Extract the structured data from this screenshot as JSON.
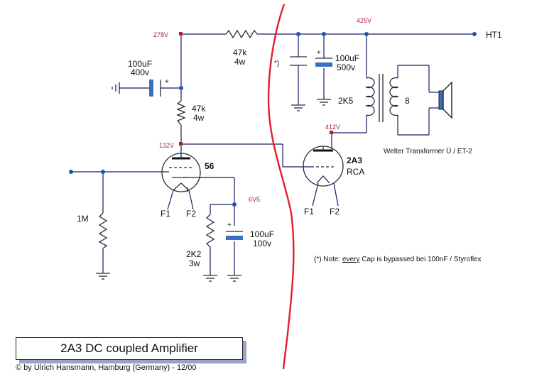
{
  "title": "2A3 DC coupled Amplifier",
  "copyright": "© by Ulrich Hansmann, Hamburg (Germany) - 12/00",
  "note": {
    "prefix": "(*)  Note: ",
    "emph": "every",
    "rest": " Cap is bypassed bei 100nF / Styroflex"
  },
  "voltages": {
    "v278": "278V",
    "v425": "425V",
    "v132": "132V",
    "v412": "412V",
    "v6v5": "6V5"
  },
  "labels": {
    "ht1": "HT1",
    "r_series_val": "47k",
    "r_series_w": "4w",
    "c_in_val": "100uF",
    "c_in_v": "400v",
    "r_plate_val": "47k",
    "r_plate_w": "4w",
    "c_bypass_mark": "*)",
    "c_big_val": "100uF",
    "c_big_v": "500v",
    "r_bleed": "2K5",
    "trafo_imp": "8",
    "trafo_name": "Welter Transformer Ü / ET-2",
    "tube1": "56",
    "tube2": "2A3",
    "tube2_brand": "RCA",
    "t1_f1": "F1",
    "t1_f2": "F2",
    "t2_f1": "F1",
    "t2_f2": "F2",
    "r_grid": "1M",
    "r_cath_val": "2K2",
    "r_cath_w": "3w",
    "c_cath_val": "100uF",
    "c_cath_v": "100v"
  },
  "colors": {
    "wire": "#1a1a66",
    "cap_plate": "#3a6fc4",
    "voltage_text": "#b0203a",
    "red_line": "#e0202a",
    "shadow": "#9aa2c8"
  },
  "icons": [
    "speaker-icon",
    "ground-icon",
    "transformer-icon",
    "vacuum-tube-icon",
    "resistor-icon",
    "capacitor-icon"
  ]
}
